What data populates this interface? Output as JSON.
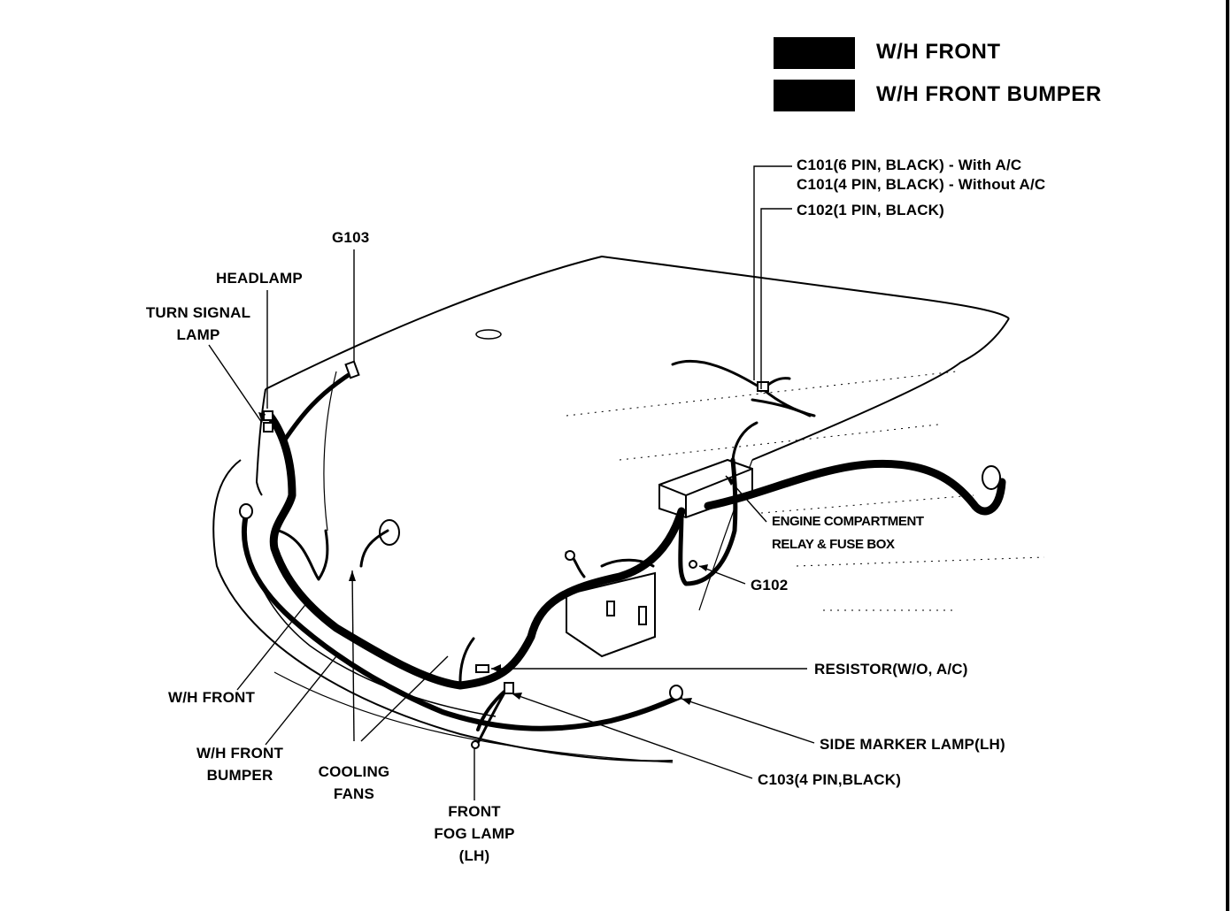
{
  "legend": {
    "items": [
      {
        "label": "W/H FRONT",
        "color": "#000000"
      },
      {
        "label": "W/H FRONT BUMPER",
        "color": "#000000"
      }
    ]
  },
  "labels": {
    "c101_with_ac": "C101(6 PIN, BLACK) - With A/C",
    "c101_without_ac": "C101(4 PIN, BLACK) - Without A/C",
    "c102": "C102(1 PIN, BLACK)",
    "g103": "G103",
    "headlamp": "HEADLAMP",
    "turn_signal_lamp": "TURN SIGNAL\nLAMP",
    "engine_relay_fuse_box": "ENGINE COMPARTMENT\nRELAY & FUSE BOX",
    "g102": "G102",
    "resistor": "RESISTOR(W/O, A/C)",
    "wh_front": "W/H FRONT",
    "wh_front_bumper": "W/H FRONT\nBUMPER",
    "cooling_fans": "COOLING\nFANS",
    "front_fog_lamp": "FRONT\nFOG LAMP\n(LH)",
    "side_marker_lamp": "SIDE MARKER LAMP(LH)",
    "c103": "C103(4 PIN,BLACK)"
  },
  "colors": {
    "ink": "#000000",
    "paper": "#ffffff"
  }
}
